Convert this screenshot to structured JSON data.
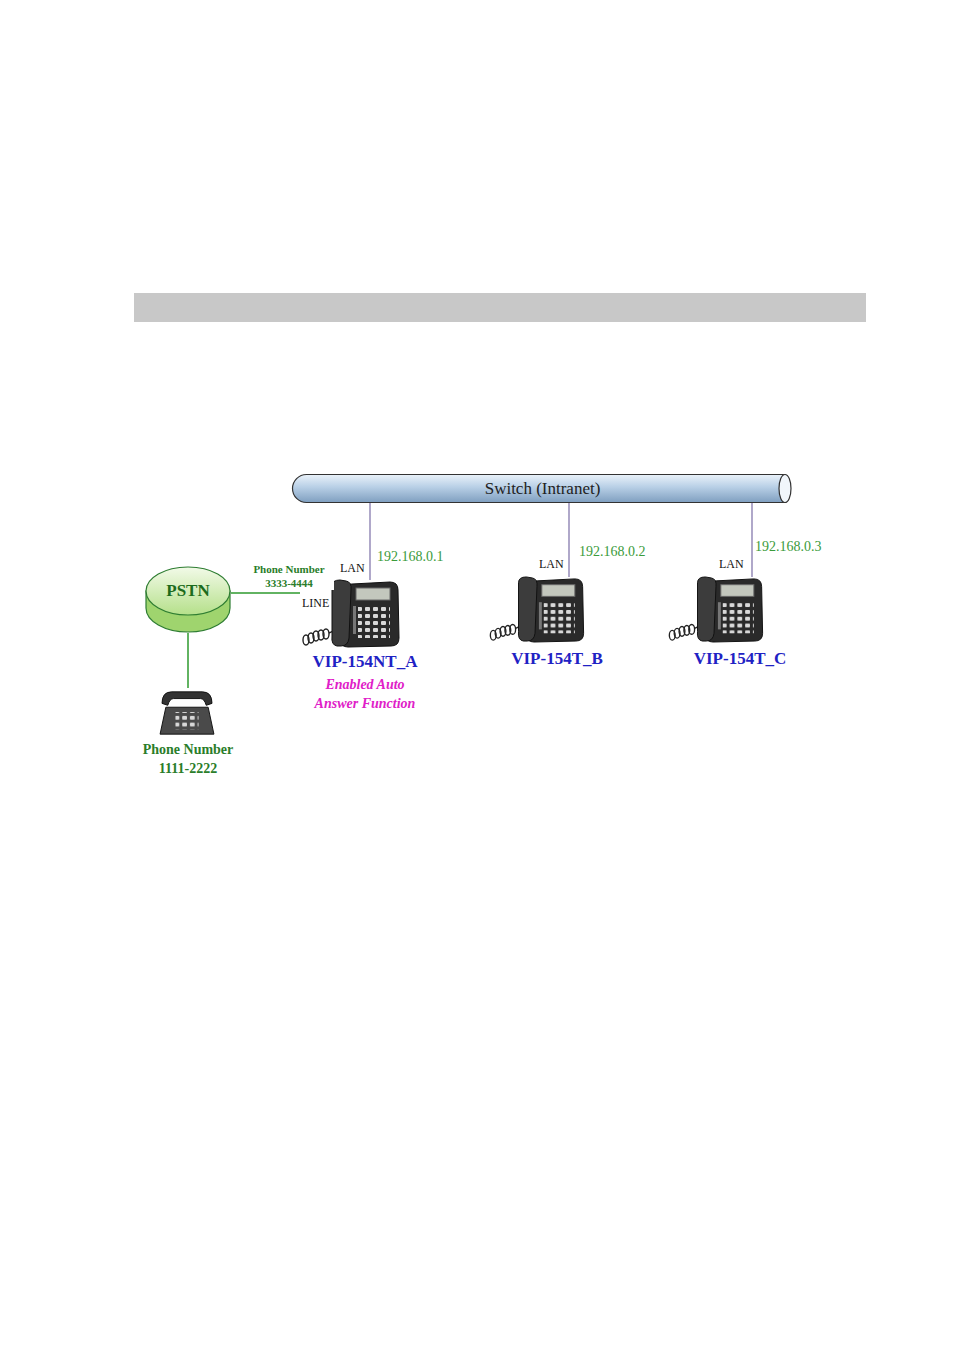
{
  "diagram": {
    "nodes": [
      {
        "text": [
          "Switch (Intranet)"
        ]
      },
      {
        "text": [
          "PSTN"
        ]
      },
      {
        "text": [
          "VIP-154NT_A",
          "Enabled Auto Answer Function"
        ]
      },
      {
        "text": [
          "VIP-154T_B"
        ]
      },
      {
        "text": [
          "VIP-154T_C"
        ]
      },
      {
        "text": [
          "Phone Number 1111-2222"
        ]
      }
    ],
    "edges": [
      {
        "from": 0,
        "to": 2,
        "arrow": "none",
        "label": "192.168.0.1"
      },
      {
        "from": 0,
        "to": 3,
        "arrow": "none",
        "label": "192.168.0.2"
      },
      {
        "from": 0,
        "to": 4,
        "arrow": "none",
        "label": "192.168.0.3"
      },
      {
        "from": 1,
        "to": 2,
        "arrow": "none",
        "label": "Phone Number 3333-4444"
      },
      {
        "from": 1,
        "to": 5,
        "arrow": "none"
      }
    ],
    "labels": [
      "LAN",
      "LAN",
      "LAN",
      "LINE"
    ]
  }
}
